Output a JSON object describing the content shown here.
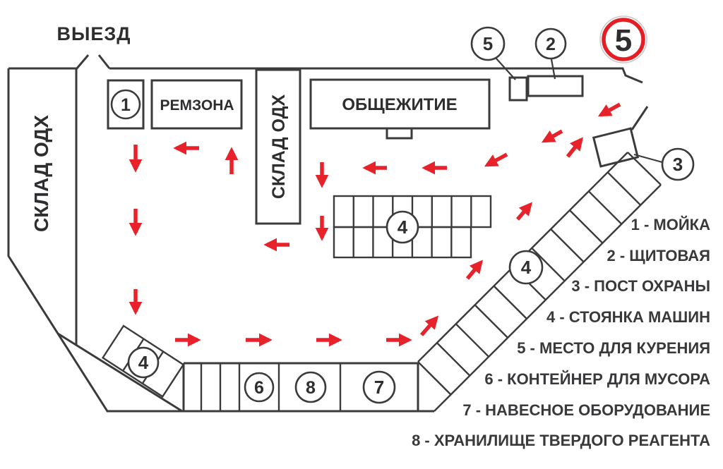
{
  "diagram": {
    "title_hint": "site traffic scheme",
    "exit_label": "ВЫЕЗД",
    "speed_sign_value": "5",
    "buildings": {
      "warehouse_left": "СКЛАД ОДХ",
      "warehouse_center": "СКЛАД ОДХ",
      "remzona": "РЕМЗОНА",
      "dormitory": "ОБЩЕЖИТИЕ"
    },
    "badges": {
      "wash": "1",
      "shield": "2",
      "guard": "3",
      "parking": "4",
      "smoking": "5",
      "trash": "6",
      "mounted": "7",
      "reagent": "8"
    }
  },
  "legend": {
    "items": [
      {
        "text": "1 - МОЙКА"
      },
      {
        "text": "2 - ЩИТОВАЯ"
      },
      {
        "text": "3 - ПОСТ ОХРАНЫ"
      },
      {
        "text": "4 - СТОЯНКА МАШИН"
      },
      {
        "text": "5 - МЕСТО ДЛЯ КУРЕНИЯ"
      },
      {
        "text": "6 - КОНТЕЙНЕР ДЛЯ МУСОРА"
      },
      {
        "text": "7 - НАВЕСНОЕ ОБОРУДОВАНИЕ"
      },
      {
        "text": "8 - ХРАНИЛИЩЕ ТВЕРДОГО РЕАГЕНТА"
      }
    ]
  },
  "colors": {
    "line": "#3b3b3d",
    "arrow_red": "#e7222b",
    "sign_red": "#e31e24"
  }
}
